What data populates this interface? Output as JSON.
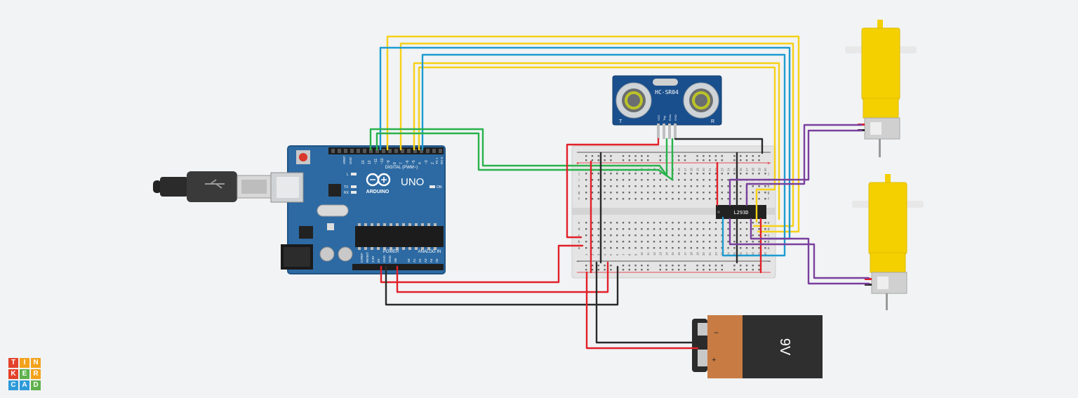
{
  "app": {
    "logo_letters": [
      "T",
      "I",
      "N",
      "K",
      "E",
      "R",
      "C",
      "A",
      "D"
    ],
    "logo_colors": [
      "#e3412b",
      "#f3a21c",
      "#f3a21c",
      "#e3412b",
      "#5fb14c",
      "#f3a21c",
      "#2e9ad9",
      "#2e9ad9",
      "#5fb14c"
    ]
  },
  "arduino": {
    "brand": "ARDUINO",
    "model": "UNO",
    "digital_header": "DIGITAL (PWM~)",
    "power_header": "POWER",
    "analog_header": "ANALOG IN",
    "on_label": "ON",
    "l_label": "L",
    "tx_label": "TX",
    "rx_label": "RX",
    "aref_label": "AREF",
    "gnd_label": "GND",
    "txrx_label": "TX 1",
    "rxd_label": "RX 0",
    "digital_pins": [
      "13",
      "12",
      "~11",
      "~10",
      "~9",
      "8",
      "7",
      "~6",
      "~5",
      "4",
      "~3",
      "2"
    ],
    "power_pins": [
      "IOREF",
      "RESET",
      "3.3V",
      "5V",
      "GND",
      "GND",
      "Vin"
    ],
    "analog_pins": [
      "A0",
      "A1",
      "A2",
      "A3",
      "A4",
      "A5"
    ]
  },
  "sensor": {
    "name": "HC-SR04",
    "left_mark": "T",
    "right_mark": "R",
    "pins": [
      "VCC",
      "Trig",
      "Echo",
      "GND"
    ]
  },
  "driver_chip": {
    "name": "L293D"
  },
  "battery": {
    "voltage_label": "9V",
    "minus": "−",
    "plus": "+"
  },
  "breadboard": {
    "row_letters_top": [
      "j",
      "i",
      "h",
      "g",
      "f"
    ],
    "row_letters_bottom": [
      "e",
      "d",
      "c",
      "b",
      "a"
    ],
    "col_numbers": [
      "1",
      "2",
      "3",
      "4",
      "5",
      "6",
      "7",
      "8",
      "9",
      "10",
      "11",
      "12",
      "13",
      "14",
      "15",
      "16",
      "17",
      "18",
      "19",
      "20",
      "21",
      "22",
      "23",
      "24",
      "25",
      "26",
      "27",
      "28",
      "29",
      "30"
    ],
    "plus_sign": "+",
    "minus_sign": "−"
  },
  "colors": {
    "wire_red": "#e22028",
    "wire_black": "#2a2a2a",
    "wire_yellow": "#f7d117",
    "wire_blue": "#1d9bd1",
    "wire_green": "#29b24b",
    "wire_purple": "#7a3f9d",
    "arduino_blue": "#2d6aa3",
    "motor_yellow": "#f4d000",
    "sensor_blue": "#1a4f8d"
  }
}
